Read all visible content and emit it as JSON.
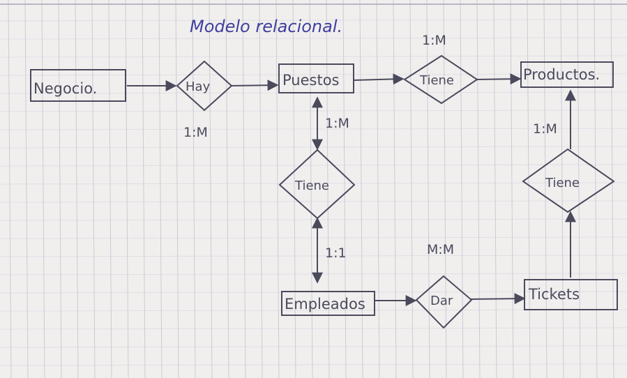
{
  "diagram": {
    "title": "Modelo relacional.",
    "entities": [
      {
        "id": "negocio",
        "label": "Negocio."
      },
      {
        "id": "puestos",
        "label": "Puestos"
      },
      {
        "id": "productos",
        "label": "Productos."
      },
      {
        "id": "empleados",
        "label": "Empleados"
      },
      {
        "id": "tickets",
        "label": "Tickets"
      }
    ],
    "relationships": [
      {
        "id": "hay",
        "label": "Hay",
        "from": "negocio",
        "to": "puestos",
        "cardinality": "1:M"
      },
      {
        "id": "tiene-productos",
        "label": "Tiene",
        "from": "puestos",
        "to": "productos",
        "cardinality": "1:M"
      },
      {
        "id": "tiene-empleados",
        "label": "Tiene",
        "from": "puestos",
        "to": "empleados",
        "cardinality_upper": "1:M",
        "cardinality_lower": "1:1"
      },
      {
        "id": "dar",
        "label": "Dar",
        "from": "empleados",
        "to": "tickets",
        "cardinality": "M:M"
      },
      {
        "id": "tiene-tickets",
        "label": "Tiene",
        "from": "tickets",
        "to": "productos",
        "cardinality": "1:M"
      }
    ],
    "colors": {
      "paper": "#f1efee",
      "grid_line": "#c9cad6",
      "ink": "#4b4a5c",
      "title_ink": "#3f3fa0"
    }
  }
}
